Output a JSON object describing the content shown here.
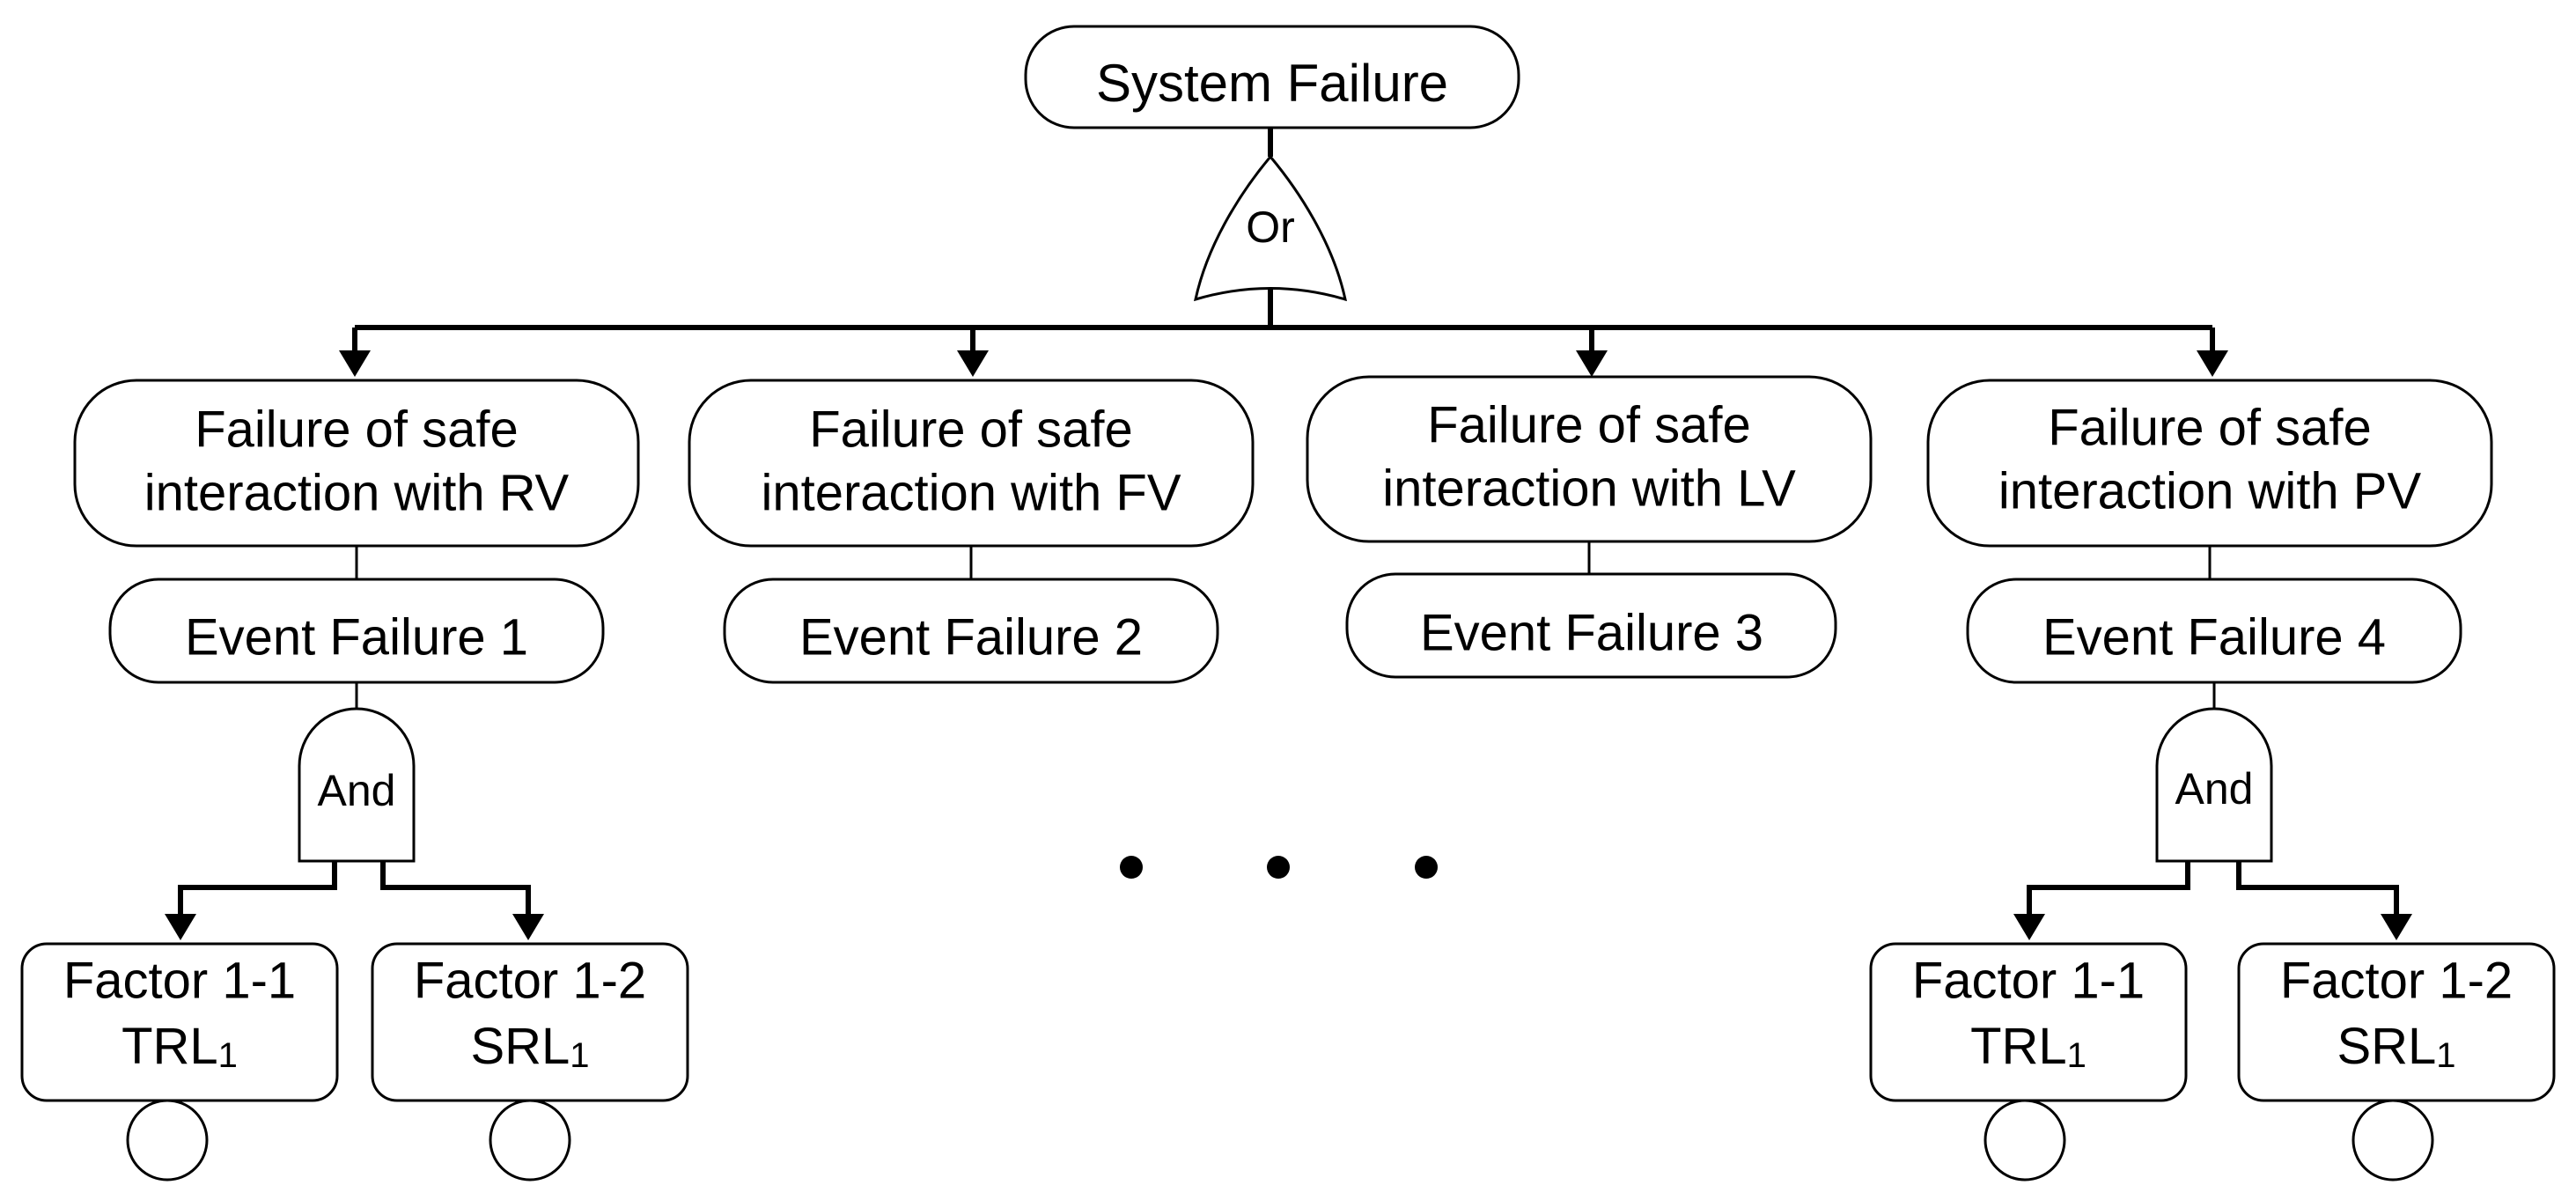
{
  "top_event": {
    "label": "System Failure"
  },
  "top_gate": {
    "type": "Or"
  },
  "branches": [
    {
      "failure_line1": "Failure of safe",
      "failure_line2": "interaction with RV",
      "event": "Event Failure 1"
    },
    {
      "failure_line1": "Failure of safe",
      "failure_line2": "interaction with FV",
      "event": "Event Failure 2"
    },
    {
      "failure_line1": "Failure of safe",
      "failure_line2": "interaction with LV",
      "event": "Event Failure 3"
    },
    {
      "failure_line1": "Failure of safe",
      "failure_line2": "interaction with PV",
      "event": "Event Failure 4"
    }
  ],
  "sub_gates": [
    {
      "type": "And"
    },
    {
      "type": "And"
    }
  ],
  "factors": [
    {
      "name": "Factor 1-1",
      "level": "TRL",
      "sub": "1"
    },
    {
      "name": "Factor 1-2",
      "level": "SRL",
      "sub": "1"
    },
    {
      "name": "Factor 1-1",
      "level": "TRL",
      "sub": "1"
    },
    {
      "name": "Factor 1-2",
      "level": "SRL",
      "sub": "1"
    }
  ]
}
